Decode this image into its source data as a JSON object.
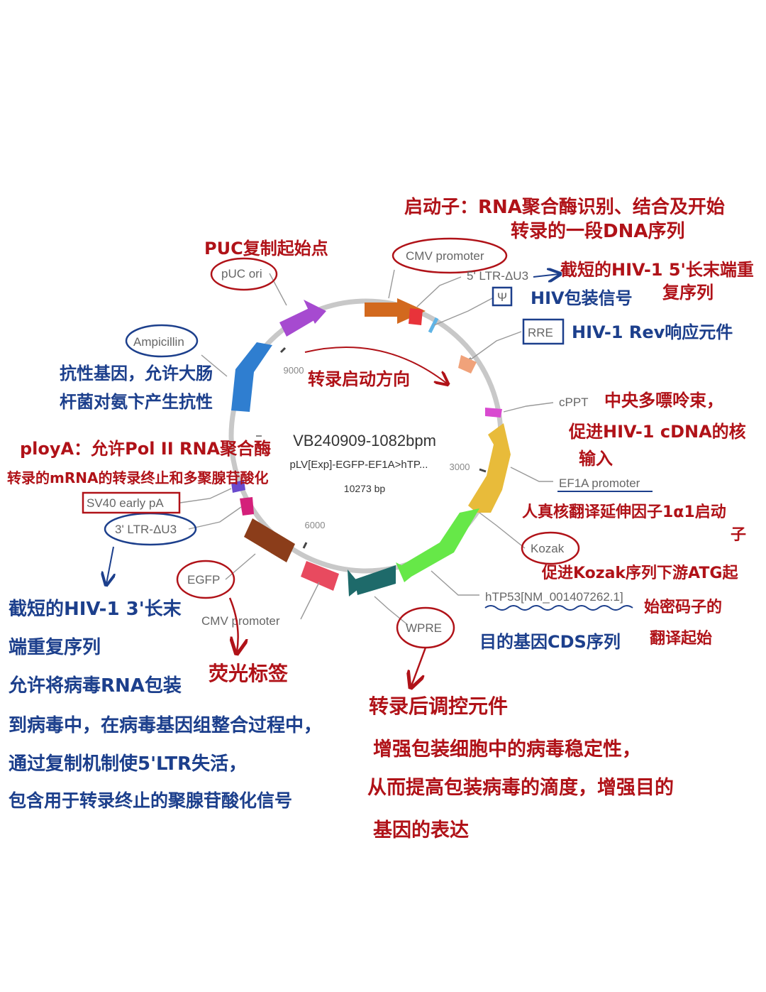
{
  "plasmid": {
    "name": "VB240909-1082bpm",
    "description": "pLV[Exp]-EGFP-EF1A>hTP...",
    "size": "10273 bp",
    "ticks": [
      "9000",
      "3000",
      "6000"
    ]
  },
  "features": {
    "cmv_promoter_top": "CMV promoter",
    "ltr5": "5' LTR-ΔU3",
    "psi": "Ψ",
    "rre": "RRE",
    "cppt": "cPPT",
    "ef1a": "EF1A promoter",
    "kozak": "Kozak",
    "htp53": "hTP53[NM_001407262.1]",
    "wpre": "WPRE",
    "cmv_promoter_bottom": "CMV promoter",
    "egfp": "EGFP",
    "ltr3": "3' LTR-ΔU3",
    "sv40": "SV40 early pA",
    "ampicillin": "Ampicillin",
    "puc_ori": "pUC ori"
  },
  "notes": {
    "promoter_1": "启动子：RNA聚合酶识别、结合及开始",
    "promoter_2": "转录的一段DNA序列",
    "ltr5": "截短的HIV-1 5'长末端重",
    "ltr5_2": "复序列",
    "psi": "HIV包装信号",
    "rre": "HIV-1 Rev响应元件",
    "cppt_1": "中央多嘌呤束，",
    "cppt_2": "促进HIV-1 cDNA的核",
    "cppt_3": "输入",
    "ef1a_1": "人真核翻译延伸因子1α1启动",
    "ef1a_2": "子",
    "kozak_1": "促进Kozak序列下游ATG起",
    "kozak_2": "始密码子的",
    "kozak_3": "翻译起始",
    "cds": "目的基因CDS序列",
    "wpre_1": "转录后调控元件",
    "wpre_2": "增强包装细胞中的病毒稳定性，",
    "wpre_3": "从而提高包装病毒的滴度，增强目的",
    "wpre_4": "基因的表达",
    "egfp": "荧光标签",
    "ltr3_1": "截短的HIV-1 3'长末",
    "ltr3_2": "端重复序列",
    "ltr3_3": "允许将病毒RNA包装",
    "ltr3_4": "到病毒中，在病毒基因组整合过程中，",
    "ltr3_5": "通过复制机制使5'LTR失活，",
    "ltr3_6": "包含用于转录终止的聚腺苷酸化信号",
    "polya_1": "ployA：允许Pol II RNA聚合酶",
    "polya_2": "转录的mRNA的转录终止和多聚腺苷酸化",
    "amp_1": "抗性基因，允许大肠",
    "amp_2": "杆菌对氨卞产生抗性",
    "puc": "PUC复制起始点",
    "direction": "转录启动方向"
  },
  "colors": {
    "ring": "#c8c8c8",
    "cmv": "#d2691e",
    "ltr": "#e8333a",
    "psi": "#5fb4e6",
    "rre": "#f0a27a",
    "cppt": "#d94ad0",
    "ef1a": "#e8bb3a",
    "htp53": "#66e848",
    "wpre": "#1e6a6a",
    "cmv2": "#e84a5f",
    "egfp": "#8b3d1a",
    "ltr3": "#d4207a",
    "sv40": "#6a4acd",
    "amp": "#2f7ed0",
    "puc": "#a64ad0",
    "red_ink": "#b01218",
    "blue_ink": "#1c3f8c"
  }
}
